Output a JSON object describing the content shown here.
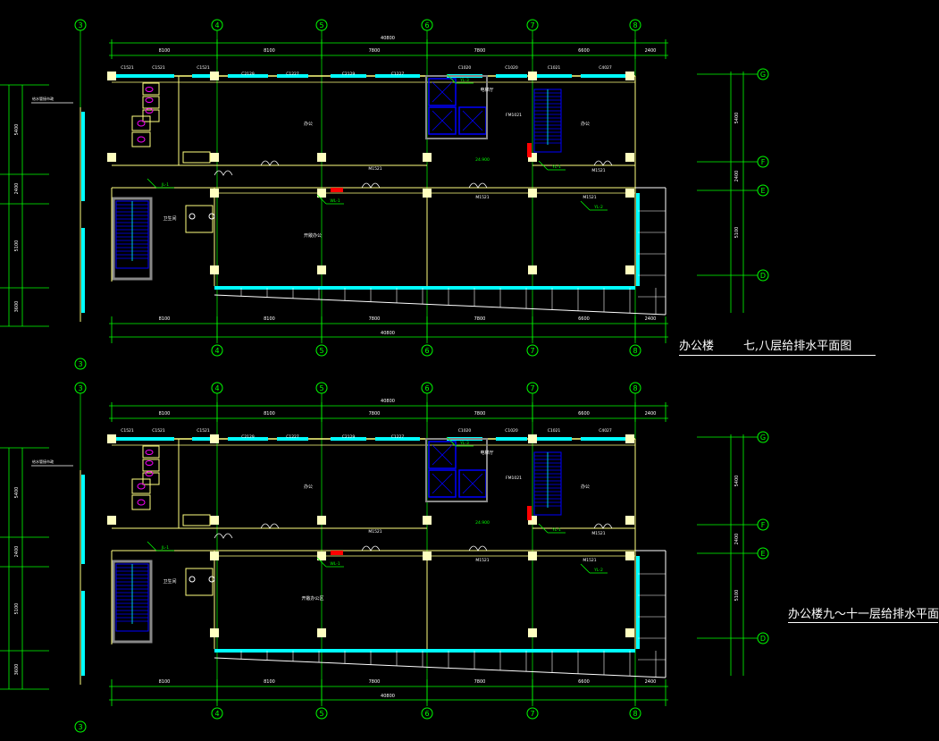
{
  "titles": {
    "plan_upper": "办公楼        七,八层给排水平面图",
    "plan_lower": "办公楼九～十一层给排水平面图"
  },
  "axes": {
    "columns": [
      "3",
      "4",
      "5",
      "6",
      "7",
      "8"
    ],
    "rows": [
      "G",
      "F",
      "E",
      "D"
    ]
  },
  "dimensions": {
    "segments": [
      "8100",
      "8100",
      "7800",
      "7800",
      "6600",
      "2400"
    ],
    "total": "40800",
    "left_side": [
      "5400",
      "2400",
      "5100",
      "3600"
    ],
    "right_side": [
      "5400",
      "2400",
      "5100"
    ]
  },
  "windows_top": [
    "C1521",
    "C1521",
    "C1521",
    "C2129",
    "C1227",
    "C2129",
    "C1227",
    "C1020",
    "C1020",
    "C1021",
    "C4027"
  ],
  "door_labels": [
    "M1521",
    "M1521",
    "M1521",
    "M1521",
    "FM1021"
  ],
  "room_labels": {
    "office": "办公",
    "open_office": "开敞办公",
    "open_office_lower": "开敞办公区",
    "stair_office": "办公",
    "elevator_hall": "电梯厅",
    "toilet": "卫生间"
  },
  "pipe_labels": [
    "JL-1",
    "WL-1",
    "YL-1",
    "YL-2",
    "YL-3"
  ],
  "notes": {
    "pipe_note": "给水管接市政",
    "elevation": "24.900"
  },
  "colors": {
    "axis": "#00ff00",
    "wall": "#ffff80",
    "window": "#00ffff",
    "stair": "#0000ff",
    "fixture": "#ff00ff",
    "hydrant": "#ff0000",
    "text": "#ffffff"
  }
}
